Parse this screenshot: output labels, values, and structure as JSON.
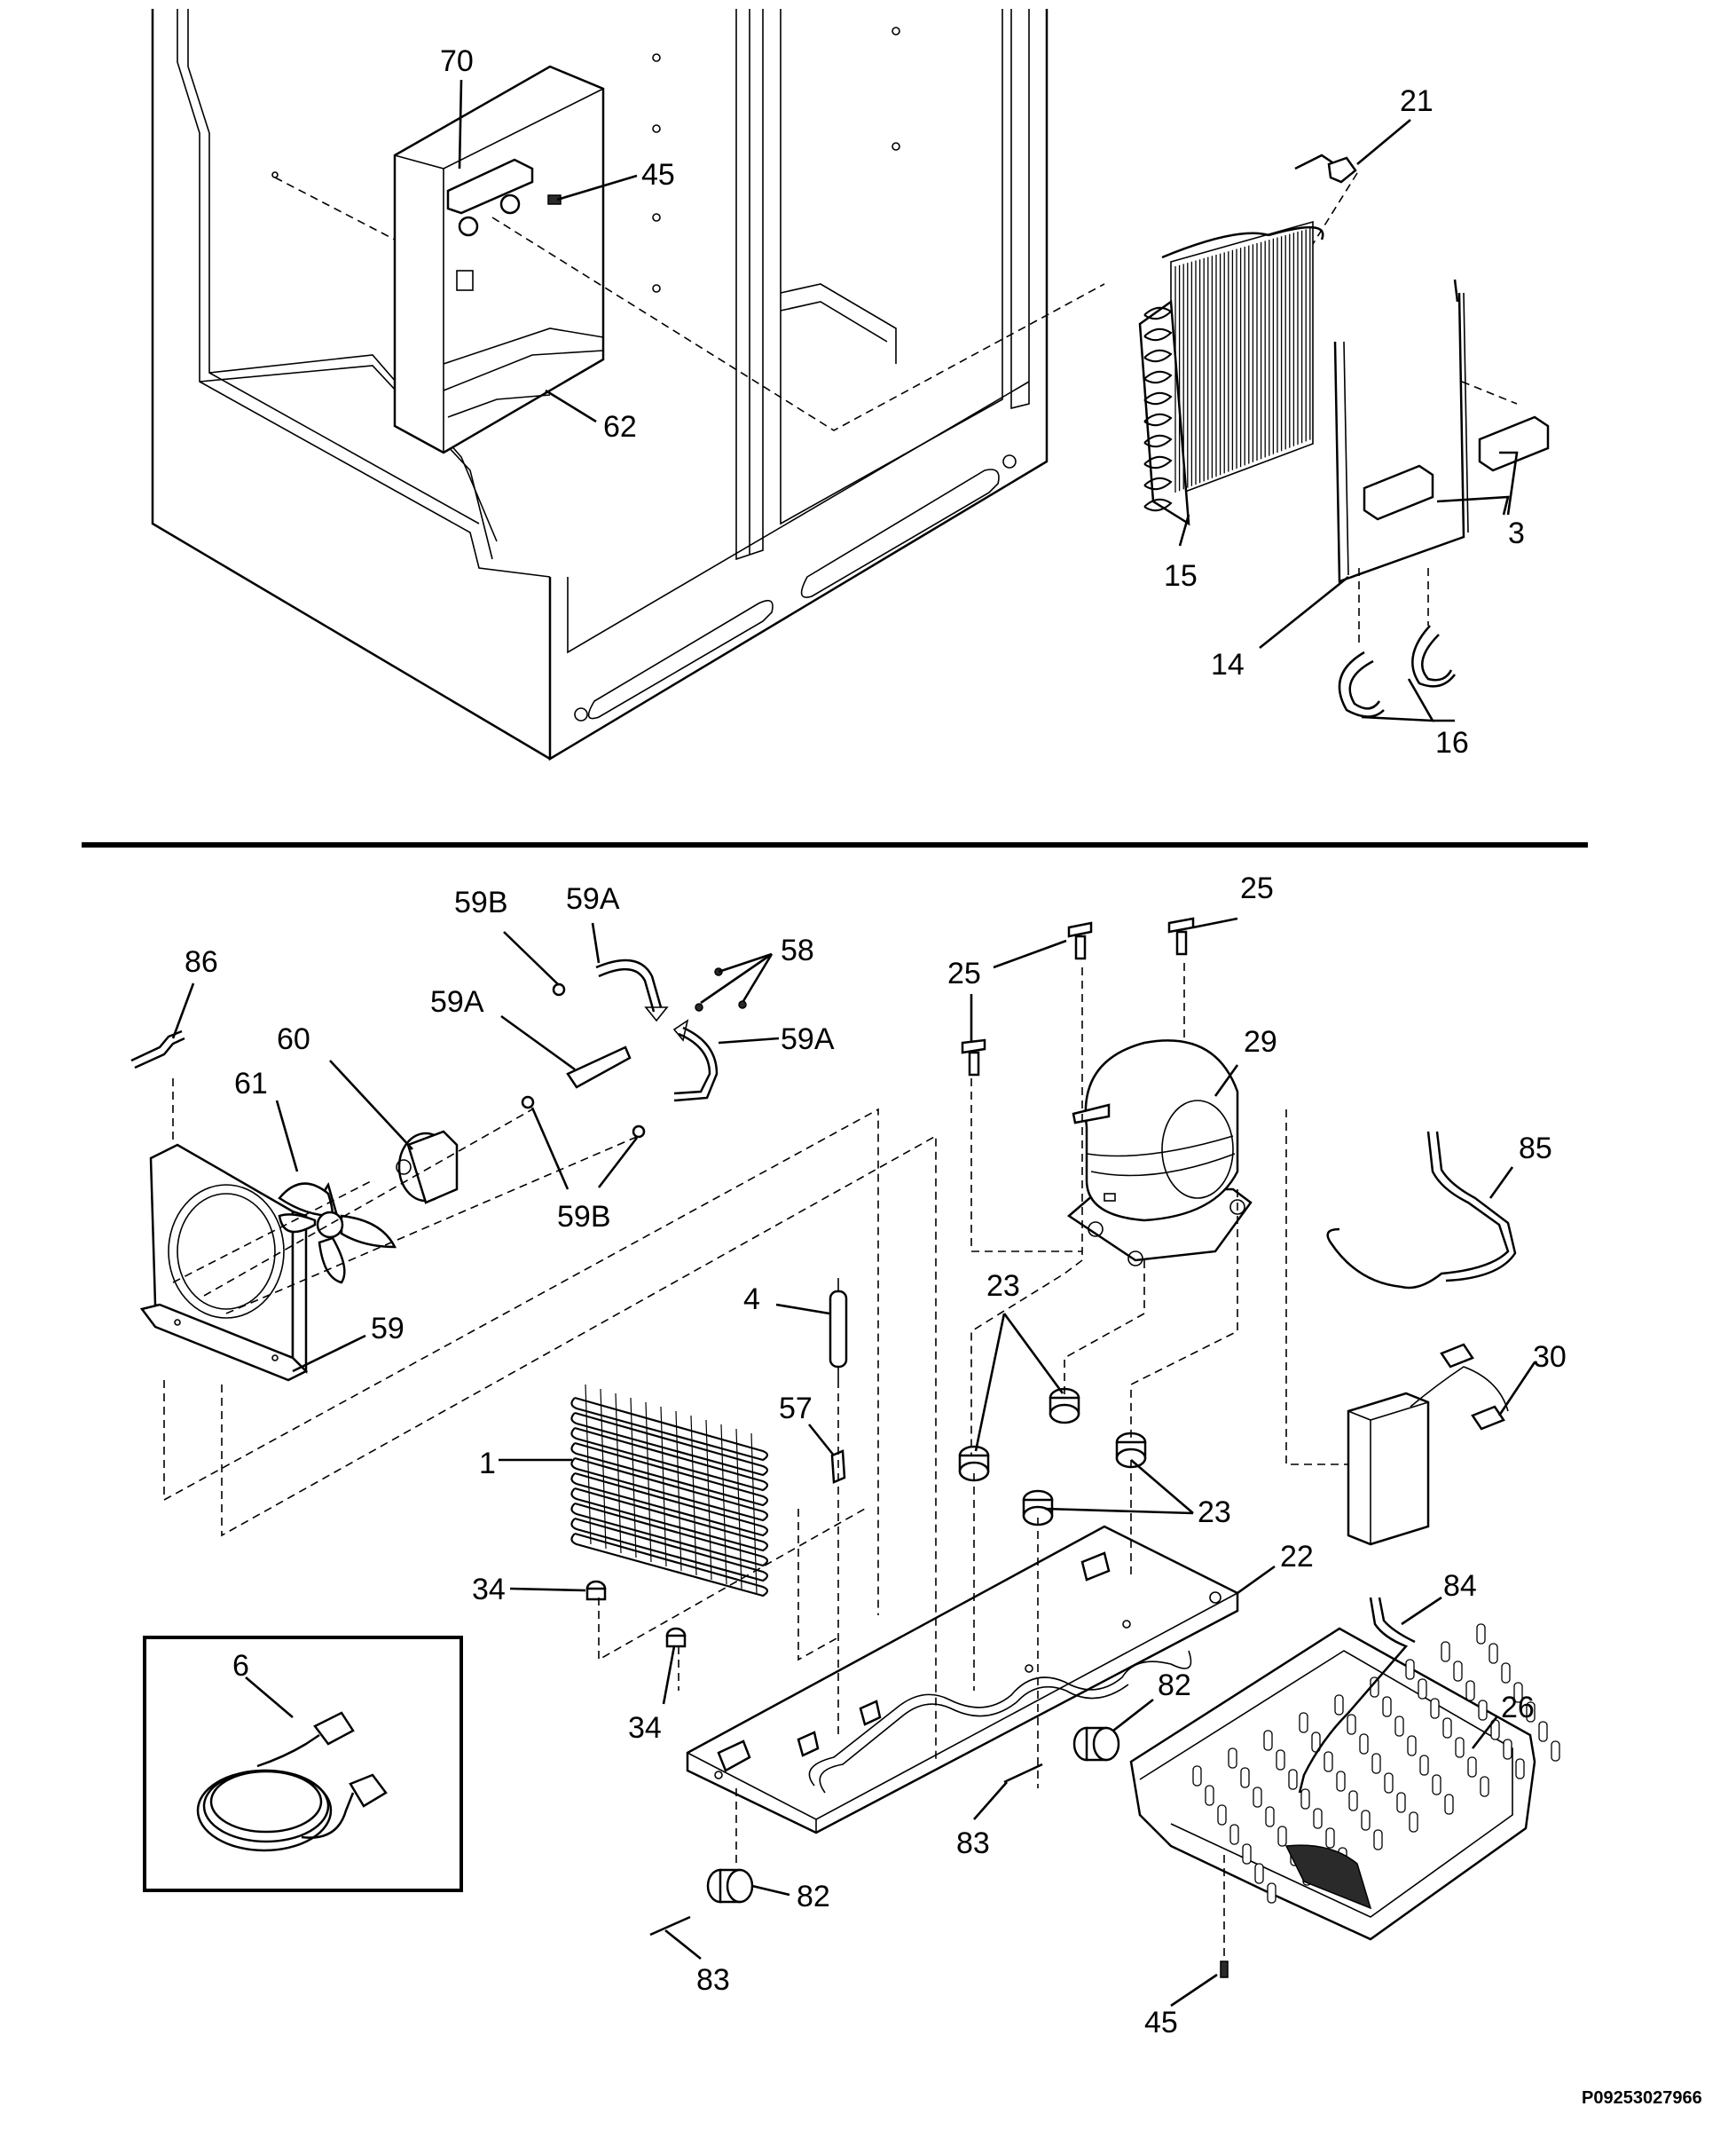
{
  "diagram_code": "P09253027966",
  "labels": {
    "l70": "70",
    "l45a": "45",
    "l62": "62",
    "l21": "21",
    "l15": "15",
    "l3": "3",
    "l14": "14",
    "l16": "16",
    "l86": "86",
    "l59B_top": "59B",
    "l59A_top": "59A",
    "l58": "58",
    "l59A_mid": "59A",
    "l60": "60",
    "l61": "61",
    "l59A_right": "59A",
    "l59B_bot": "59B",
    "l59": "59",
    "l25a": "25",
    "l25b": "25",
    "l29": "29",
    "l85": "85",
    "l4": "4",
    "l23a": "23",
    "l23b": "23",
    "l30": "30",
    "l57": "57",
    "l1": "1",
    "l22": "22",
    "l34a": "34",
    "l34b": "34",
    "l84": "84",
    "l6": "6",
    "l82a": "82",
    "l26": "26",
    "l82b": "82",
    "l83a": "83",
    "l83b": "83",
    "l45b": "45"
  }
}
